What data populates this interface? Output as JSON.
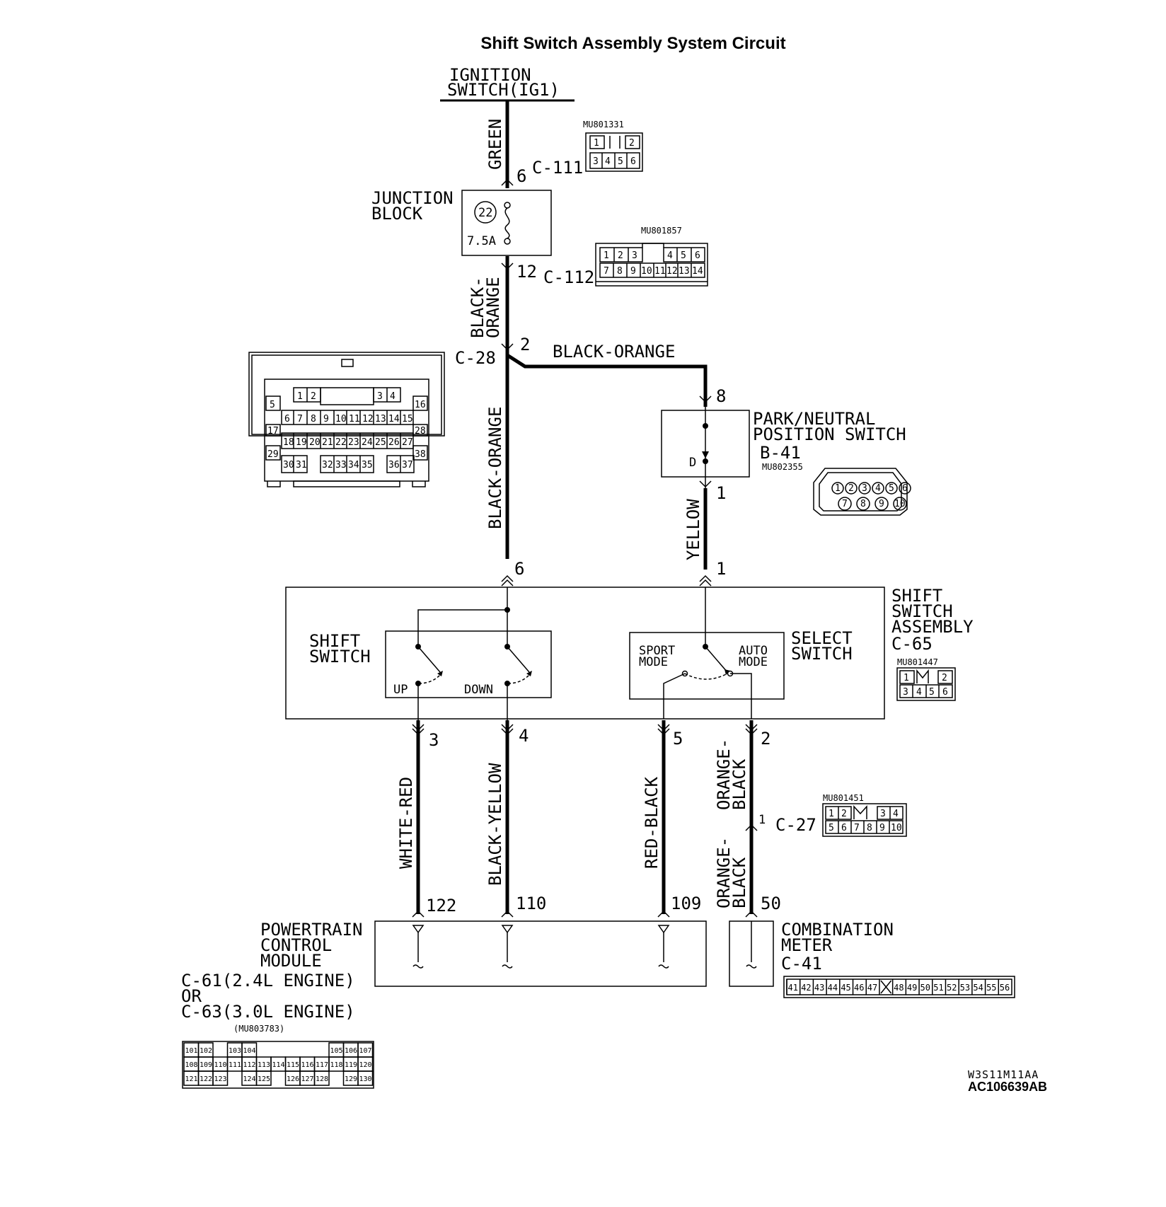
{
  "title": "Shift Switch Assembly System Circuit",
  "footer": {
    "code": "W3S11M11AA",
    "ref": "AC106639AB"
  },
  "ignition": {
    "line1": "IGNITION",
    "line2": "SWITCH(IG1)"
  },
  "wires": {
    "green": "GREEN",
    "black_orange_upper": "BLACK-ORANGE",
    "black_orange_mid": "BLACK-ORANGE",
    "black_orange_branch": "BLACK-ORANGE",
    "yellow": "YELLOW",
    "white_red": "WHITE-RED",
    "black_yellow": "BLACK-YELLOW",
    "red_black": "RED-BLACK",
    "orange_black_upper": "ORANGE-BLACK",
    "orange_black_lower": "ORANGE-BLACK"
  },
  "connectors": {
    "c111": "C-111",
    "c112": "C-112",
    "c28": "C-28",
    "c27": "C-27",
    "b41": "B-41",
    "c65": "C-65",
    "c41": "C-41"
  },
  "pins": {
    "c111_pin": "6",
    "c112_pin": "12",
    "c28_pin": "2",
    "pns_in": "8",
    "pns_out": "1",
    "assy_in_shift": "6",
    "assy_in_select": "1",
    "up_pin": "3",
    "down_pin": "4",
    "sport_pin": "5",
    "auto_pin": "2",
    "c27_pin": "1",
    "pcm_122": "122",
    "pcm_110": "110",
    "pcm_109": "109",
    "meter_pin": "50"
  },
  "part_numbers": {
    "mu801331": "MU801331",
    "mu801857": "MU801857",
    "mu802355": "MU802355",
    "mu801447": "MU801447",
    "mu801451": "MU801451",
    "mu803783": "(MU803783)"
  },
  "junction_block": {
    "line1": "JUNCTION",
    "line2": "BLOCK",
    "fuse_no": "22",
    "fuse_rating": "7.5A"
  },
  "park_neutral": {
    "line1": "PARK/NEUTRAL",
    "line2": "POSITION SWITCH",
    "d_label": "D"
  },
  "shift_assembly": {
    "line1": "SHIFT",
    "line2": "SWITCH",
    "line3": "ASSEMBLY"
  },
  "shift_switch": {
    "line1": "SHIFT",
    "line2": "SWITCH",
    "up": "UP",
    "down": "DOWN"
  },
  "select_switch": {
    "line1": "SELECT",
    "line2": "SWITCH",
    "sport1": "SPORT",
    "sport2": "MODE",
    "auto1": "AUTO",
    "auto2": "MODE"
  },
  "pcm": {
    "line1": "POWERTRAIN",
    "line2": "CONTROL",
    "line3": "MODULE",
    "opt1": "C-61(2.4L ENGINE)",
    "opt_or": "OR",
    "opt2": "C-63(3.0L ENGINE)"
  },
  "meter": {
    "line1": "COMBINATION",
    "line2": "METER"
  },
  "pin_tables": {
    "mu801331": [
      [
        "1",
        "",
        "2"
      ],
      [
        "3",
        "4",
        "5",
        "6"
      ]
    ],
    "mu801857": [
      [
        "1",
        "2",
        "3",
        "",
        "4",
        "5",
        "6"
      ],
      [
        "7",
        "8",
        "9",
        "10",
        "11",
        "12",
        "13",
        "14"
      ]
    ],
    "mu801447": [
      [
        "1",
        "",
        "2"
      ],
      [
        "3",
        "4",
        "5",
        "6"
      ]
    ],
    "mu801451": [
      [
        "1",
        "2",
        "",
        "3",
        "4"
      ],
      [
        "5",
        "6",
        "7",
        "8",
        "9",
        "10"
      ]
    ],
    "mu802355_top": [
      "1",
      "2",
      "3",
      "4",
      "5",
      "6"
    ],
    "mu802355_bottom": [
      "7",
      "8",
      "9",
      "10"
    ],
    "c28_rows": [
      [
        "1",
        "2",
        "3",
        "4"
      ],
      [
        "5",
        "6",
        "7",
        "8",
        "9",
        "10",
        "11",
        "12",
        "13",
        "14",
        "15",
        "16"
      ],
      [
        "17",
        "18",
        "19",
        "20",
        "21",
        "22",
        "23",
        "24",
        "25",
        "26",
        "27",
        "28"
      ],
      [
        "29",
        "30",
        "31",
        "32",
        "33",
        "34",
        "35",
        "36",
        "37",
        "38"
      ]
    ],
    "c41": [
      "41",
      "42",
      "43",
      "44",
      "45",
      "46",
      "47",
      "",
      "48",
      "49",
      "50",
      "51",
      "52",
      "53",
      "54",
      "55",
      "56"
    ],
    "mu803783": [
      [
        "101",
        "102",
        "",
        "103",
        "104",
        "",
        "",
        "",
        "",
        "",
        "105",
        "106",
        "107"
      ],
      [
        "108",
        "109",
        "110",
        "111",
        "112",
        "113",
        "114",
        "115",
        "116",
        "117",
        "118",
        "119",
        "120"
      ],
      [
        "121",
        "122",
        "123",
        "",
        "124",
        "125",
        "",
        "126",
        "127",
        "128",
        "",
        "129",
        "130"
      ]
    ]
  }
}
